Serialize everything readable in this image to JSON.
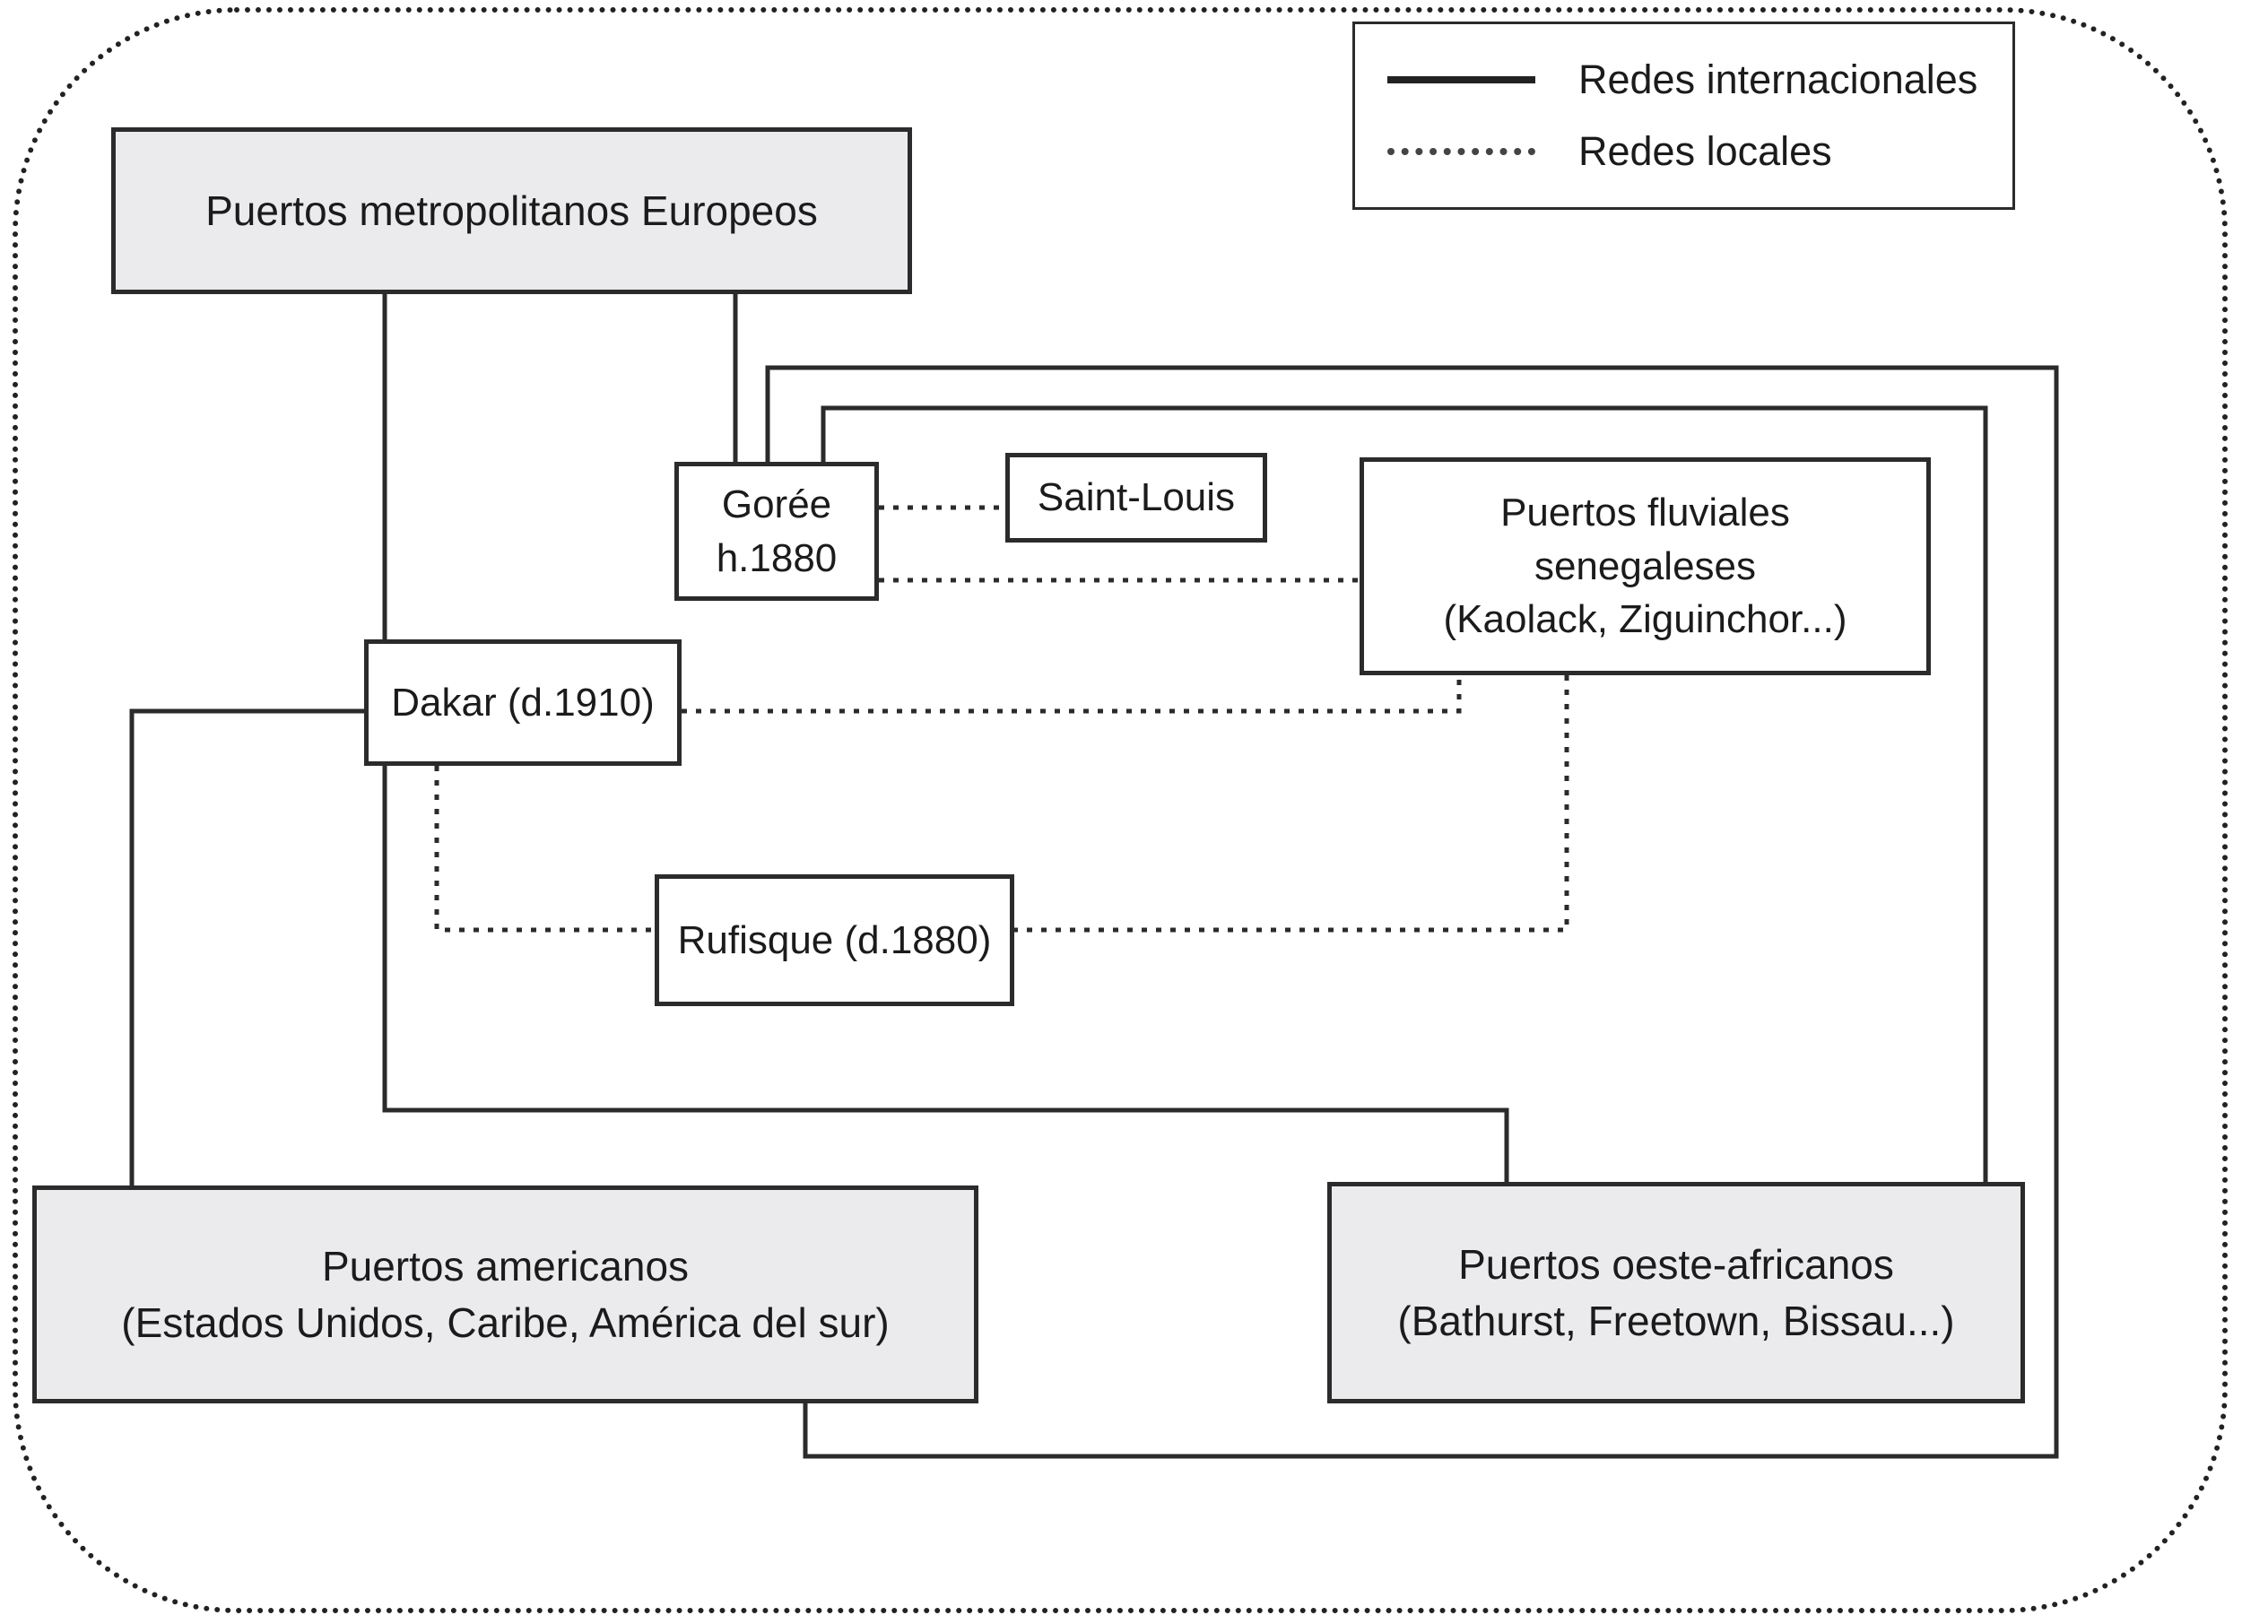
{
  "figure": {
    "type": "network-diagram",
    "description": "Diagrama de redes portuarias: redes internacionales (línea continua) y redes locales (línea punteada) dentro de un borde punteado redondeado"
  },
  "legend": {
    "items": [
      {
        "label": "Redes internacionales",
        "line_style": "solid"
      },
      {
        "label": "Redes locales",
        "line_style": "dotted"
      }
    ]
  },
  "nodes": {
    "europeos": {
      "label": "Puertos metropolitanos Europeos",
      "fill": "#ebebed"
    },
    "goree": {
      "label": "Gorée\nh.1880",
      "fill": "#ffffff"
    },
    "saint_louis": {
      "label": "Saint-Louis",
      "fill": "#ffffff"
    },
    "fluviales": {
      "label": "Puertos fluviales\nsenegaleses\n(Kaolack, Ziguinchor...)",
      "fill": "#ffffff"
    },
    "dakar": {
      "label": "Dakar (d.1910)",
      "fill": "#ffffff"
    },
    "rufisque": {
      "label": "Rufisque (d.1880)",
      "fill": "#ffffff"
    },
    "americanos": {
      "label": "Puertos americanos\n(Estados Unidos, Caribe, América del sur)",
      "fill": "#ebebed"
    },
    "oeste_africanos": {
      "label": "Puertos oeste-africanos\n(Bathurst, Freetown, Bissau...)",
      "fill": "#ebebed"
    }
  },
  "edges": [
    {
      "from": "europeos",
      "to": "dakar",
      "network": "internacional"
    },
    {
      "from": "europeos",
      "to": "goree",
      "network": "internacional"
    },
    {
      "from": "goree",
      "to": "americanos",
      "network": "internacional"
    },
    {
      "from": "goree",
      "to": "oeste_africanos",
      "network": "internacional"
    },
    {
      "from": "dakar",
      "to": "americanos",
      "network": "internacional"
    },
    {
      "from": "dakar",
      "to": "oeste_africanos",
      "network": "internacional"
    },
    {
      "from": "goree",
      "to": "saint_louis",
      "network": "local"
    },
    {
      "from": "goree",
      "to": "fluviales",
      "network": "local"
    },
    {
      "from": "dakar",
      "to": "fluviales",
      "network": "local"
    },
    {
      "from": "fluviales",
      "to": "rufisque",
      "network": "local"
    },
    {
      "from": "dakar",
      "to": "rufisque",
      "network": "local"
    }
  ],
  "colors": {
    "line": "#2b2b2b",
    "box_border": "#2b2b2b",
    "gray_fill": "#ebebed",
    "text": "#1b1b1b",
    "background": "#ffffff"
  }
}
